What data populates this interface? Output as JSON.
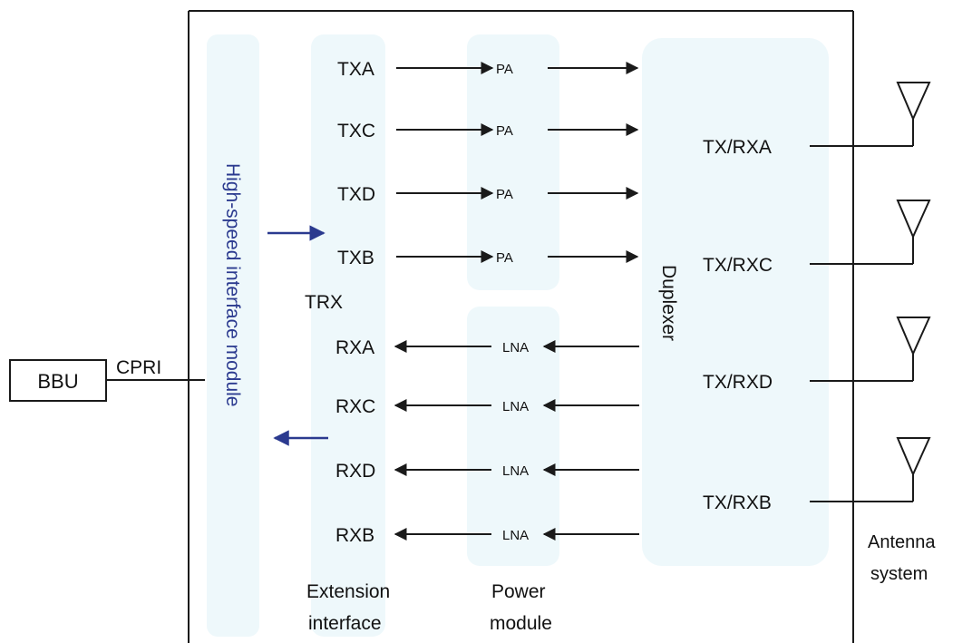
{
  "colors": {
    "line": "#1a1a1a",
    "panel": "#eef8fb",
    "interface_text": "#2b3a8f",
    "text": "#111111"
  },
  "labels": {
    "bbu": "BBU",
    "cpri": "CPRI",
    "high_speed_interface": "High-speed interface module",
    "trx": "TRX",
    "duplexer": "Duplexer",
    "extension_interface_line1": "Extension",
    "extension_interface_line2": "interface",
    "power_module_line1": "Power",
    "power_module_line2": "module",
    "antenna_line1": "Antenna",
    "antenna_line2": "system"
  },
  "tx_channels": [
    {
      "label": "TXA",
      "amp": "PA"
    },
    {
      "label": "TXC",
      "amp": "PA"
    },
    {
      "label": "TXD",
      "amp": "PA"
    },
    {
      "label": "TXB",
      "amp": "PA"
    }
  ],
  "rx_channels": [
    {
      "label": "RXA",
      "amp": "LNA"
    },
    {
      "label": "RXC",
      "amp": "LNA"
    },
    {
      "label": "RXD",
      "amp": "LNA"
    },
    {
      "label": "RXB",
      "amp": "LNA"
    }
  ],
  "antenna_ports": [
    "TX/RXA",
    "TX/RXC",
    "TX/RXD",
    "TX/RXB"
  ]
}
